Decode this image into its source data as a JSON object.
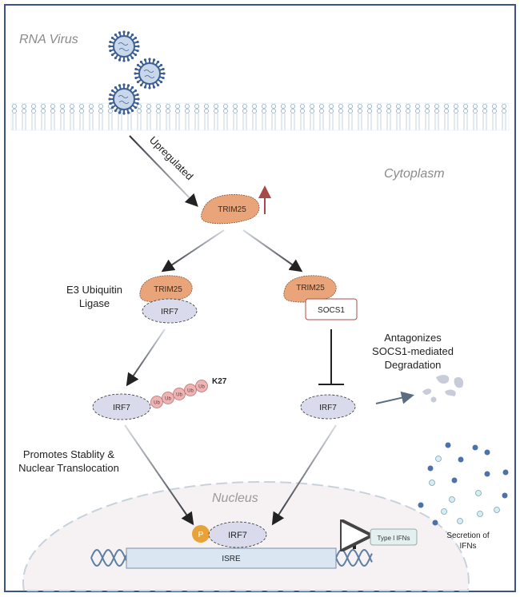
{
  "title_labels": {
    "rna_virus": "RNA Virus",
    "cytoplasm": "Cytoplasm",
    "nucleus": "Nucleus"
  },
  "annotations": {
    "upregulated": "Upregulated",
    "e3_line1": "E3 Ubiquitin",
    "e3_line2": "Ligase",
    "antagonizes_line1": "Antagonizes",
    "antagonizes_line2": "SOCS1-mediated",
    "antagonizes_line3": "Degradation",
    "promotes_line1": "Promotes Stablity &",
    "promotes_line2": "Nuclear Translocation",
    "secretion_line1": "Secretion of",
    "secretion_line2": "IFNs"
  },
  "proteins": {
    "trim25_top": "TRIM25",
    "trim25_left": "TRIM25",
    "irf7_left_complex": "IRF7",
    "trim25_right": "TRIM25",
    "socs1": "SOCS1",
    "irf7_ub": "IRF7",
    "irf7_right": "IRF7",
    "irf7_nucleus": "IRF7",
    "phospho": "P",
    "isre": "ISRE",
    "type_ifns": "Type I IFNs"
  },
  "ubiquitin": {
    "label": "Ub",
    "count": 5,
    "linkage": "K27"
  },
  "colors": {
    "frame": "#3b5488",
    "trim25": "#e9a47a",
    "irf7": "#d9dbec",
    "ub": "#f0b3b3",
    "phospho": "#e8a23a",
    "nucleus_fill": "#f6f1f3",
    "up_arrow": "#a84a4a",
    "isre": "#dbe6f3",
    "virus": "#3d5f93"
  }
}
